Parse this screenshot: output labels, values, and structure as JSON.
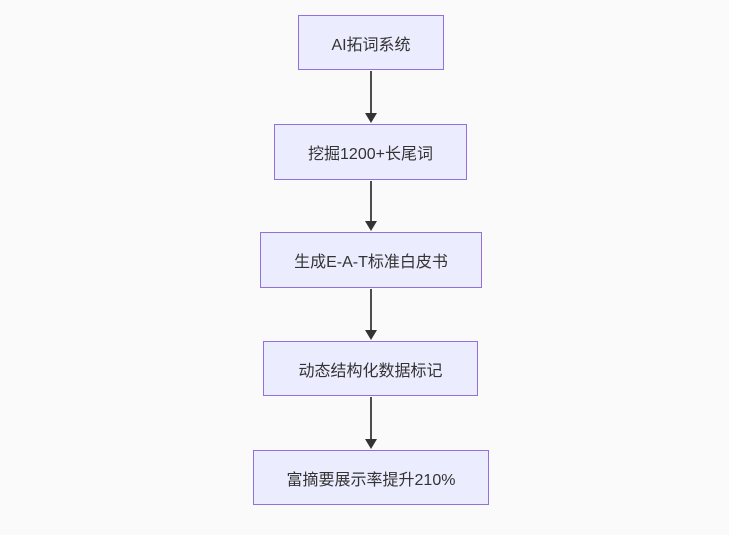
{
  "flowchart": {
    "type": "vertical-flowchart",
    "direction": "top-down",
    "nodes": [
      {
        "id": "n0",
        "label": "AI拓词系统"
      },
      {
        "id": "n1",
        "label": "挖掘1200+长尾词"
      },
      {
        "id": "n2",
        "label": "生成E-A-T标准白皮书"
      },
      {
        "id": "n3",
        "label": "动态结构化数据标记"
      },
      {
        "id": "n4",
        "label": "富摘要展示率提升210%"
      }
    ],
    "edges": [
      {
        "from": "n0",
        "to": "n1",
        "style": "arrow-down"
      },
      {
        "from": "n1",
        "to": "n2",
        "style": "arrow-down"
      },
      {
        "from": "n2",
        "to": "n3",
        "style": "arrow-down"
      },
      {
        "from": "n3",
        "to": "n4",
        "style": "arrow-down"
      }
    ],
    "colors": {
      "background": "#fafafa",
      "node_fill": "#ECECFF",
      "node_border": "#9370DB",
      "node_text": "#333333",
      "edge_line": "#4d4d4d",
      "edge_arrowhead": "#333333"
    }
  }
}
